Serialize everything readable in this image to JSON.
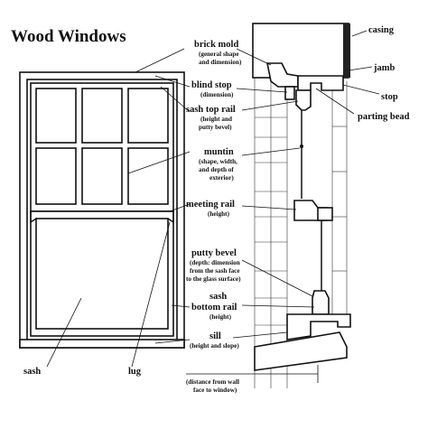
{
  "title": "Wood Windows",
  "labels": {
    "brick_mold": "brick mold",
    "brick_mold_sub1": "(general shape",
    "brick_mold_sub2": "and dimension)",
    "blind_stop": "blind stop",
    "blind_stop_sub": "(dimension)",
    "sash_top_rail": "sash top rail",
    "sash_top_rail_sub1": "(height and",
    "sash_top_rail_sub2": "putty bevel)",
    "muntin": "muntin",
    "muntin_sub1": "(shape, width,",
    "muntin_sub2": "and depth of",
    "muntin_sub3": "exterior)",
    "meeting_rail": "meeting rail",
    "meeting_rail_sub": "(height)",
    "putty_bevel": "putty bevel",
    "putty_bevel_sub1": "(depth: dimension",
    "putty_bevel_sub2": "from the sash face",
    "putty_bevel_sub3": "to the glass surface)",
    "sash_bottom_rail_1": "sash",
    "sash_bottom_rail_2": "bottom rail",
    "sash_bottom_rail_sub": "(height)",
    "sill": "sill",
    "sill_sub": "(height and slope)",
    "distance_sub1": "(distance from wall",
    "distance_sub2": "face to window)",
    "casing": "casing",
    "jamb": "jamb",
    "stop": "stop",
    "parting_bead": "parting bead",
    "sash": "sash",
    "lug": "lug"
  }
}
